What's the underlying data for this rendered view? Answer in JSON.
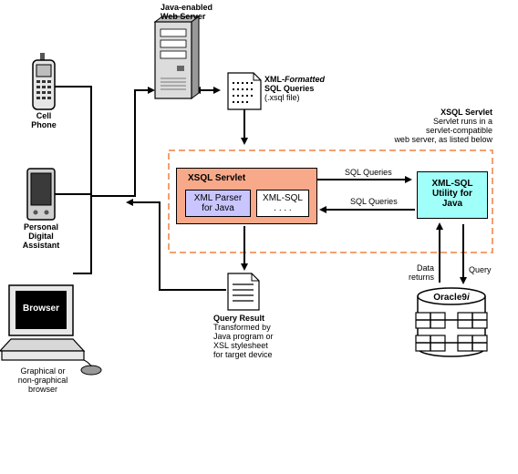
{
  "web_server": {
    "title_line1": "Java-enabled",
    "title_line2": "Web Server"
  },
  "xsql_file": {
    "line1_bold": "XML",
    "line1_rest": "-Formatted",
    "line2": "SQL Queries",
    "line3": "(.xsql file)"
  },
  "servlet_note": {
    "title": "XSQL Servlet",
    "line1": "Servlet runs in a",
    "line2": "servlet-compatible",
    "line3": "web server, as listed below"
  },
  "devices": {
    "cell_phone_line1": "Cell",
    "cell_phone_line2": "Phone",
    "pda_line1": "Personal",
    "pda_line2": "Digital",
    "pda_line3": "Assistant",
    "browser_screen": "Browser",
    "browser_line1": "Graphical or",
    "browser_line2": "non-graphical",
    "browser_line3": "browser"
  },
  "xsql_servlet_box": {
    "title": "XSQL Servlet",
    "xml_parser_line1": "XML Parser",
    "xml_parser_line2": "for Java",
    "xml_sql_line1": "XML-SQL",
    "xml_sql_line2": ". . . ."
  },
  "arrows": {
    "sql_queries_top": "SQL Queries",
    "sql_queries_bottom": "SQL Queries",
    "data_returns_line1": "Data",
    "data_returns_line2": "returns",
    "query": "Query"
  },
  "xml_sql_utility": {
    "line1": "XML-SQL",
    "line2": "Utility for",
    "line3": "Java"
  },
  "database": {
    "name": "Oracle9",
    "name_suffix": "i"
  },
  "query_result": {
    "title": "Query Result",
    "line1": "Transformed by",
    "line2": "Java program or",
    "line3": "XSL stylesheet",
    "line4": "for target device"
  },
  "colors": {
    "servlet_fill": "#f7a98a",
    "parser_fill": "#c9c6ff",
    "utility_fill": "#a0fff8",
    "dashed_border": "#f4a070"
  }
}
